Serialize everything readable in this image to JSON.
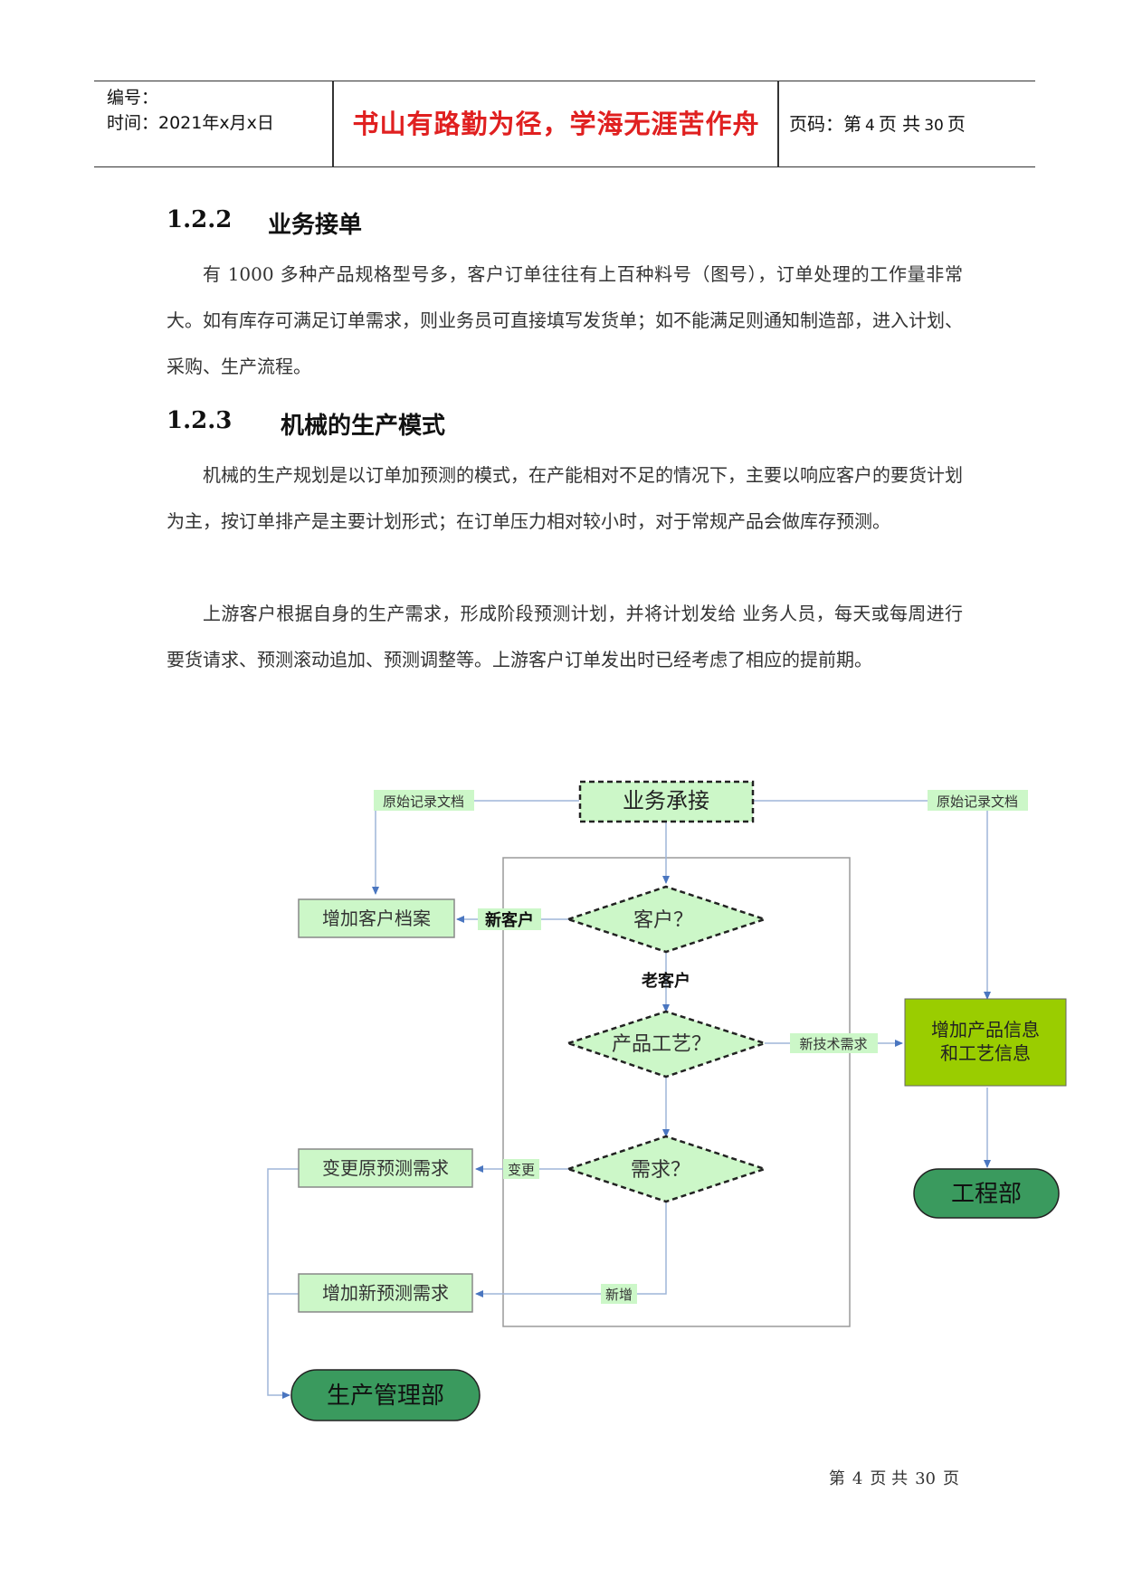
{
  "header": {
    "number_label": "编号：",
    "time_label": "时间：2021年x月x日",
    "motto": "书山有路勤为径，学海无涯苦作舟",
    "page_prefix": "页码：第",
    "page_current": "4",
    "page_mid": "页  共",
    "page_total": "30",
    "page_suffix": "页"
  },
  "sections": [
    {
      "number": "1.2.2",
      "title": "业务接单",
      "paragraphs": [
        "有 1000 多种产品规格型号多，客户订单往往有上百种料号（图号），订单处理的工作量非常大。如有库存可满足订单需求，则业务员可直接填写发货单；如不能满足则通知制造部，进入计划、采购、生产流程。"
      ]
    },
    {
      "number": "1.2.3",
      "title": "机械的生产模式",
      "paragraphs": [
        "机械的生产规划是以订单加预测的模式，在产能相对不足的情况下，主要以响应客户的要货计划为主，按订单排产是主要计划形式；在订单压力相对较小时，对于常规产品会做库存预测。",
        "上游客户根据自身的生产需求，形成阶段预测计划，并将计划发给 业务人员，每天或每周进行要货请求、预测滚动追加、预测调整等。上游客户订单发出时已经考虑了相应的提前期。"
      ]
    }
  ],
  "flowchart": {
    "start": "业务承接",
    "doc_left": "原始记录文档",
    "doc_right": "原始记录文档",
    "add_customer": "增加客户档案",
    "new_customer": "新客户",
    "customer_q": "客户？",
    "old_customer": "老客户",
    "process_q": "产品工艺？",
    "new_tech": "新技术需求",
    "add_product_line1": "增加产品信息",
    "add_product_line2": "和工艺信息",
    "engineering": "工程部",
    "change_forecast": "变更原预测需求",
    "change": "变更",
    "demand_q": "需求？",
    "add_forecast": "增加新预测需求",
    "new_add": "新增",
    "production": "生产管理部"
  },
  "footer": {
    "prefix": "第",
    "current": "4",
    "mid": "页  共",
    "total": "30",
    "suffix": "页"
  },
  "colors": {
    "motto": "#e02020",
    "light_green": "#ccf7c8",
    "lime": "#9acd00",
    "dark_green": "#3a9a5e",
    "arrow_blue": "#4a76c0",
    "connector": "#9fb6d8"
  }
}
